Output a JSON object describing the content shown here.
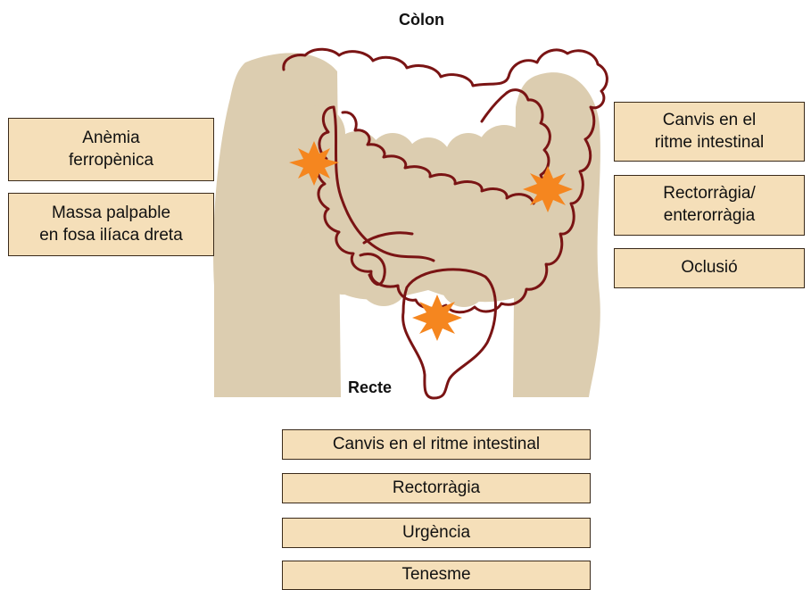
{
  "title": "Còlon",
  "rectum_label": "Recte",
  "left_boxes": [
    {
      "line1": "Anèmia",
      "line2": "ferropènica"
    },
    {
      "line1": "Massa palpable",
      "line2": "en fosa ilíaca dreta"
    }
  ],
  "right_boxes": [
    {
      "line1": "Canvis en el",
      "line2": "ritme intestinal"
    },
    {
      "line1": "Rectorràgia/",
      "line2": "enterorràgia"
    },
    {
      "line1": "Oclusió",
      "line2": ""
    }
  ],
  "bottom_boxes": [
    "Canvis en el ritme intestinal",
    "Rectorràgia",
    "Urgència",
    "Tenesme"
  ],
  "colors": {
    "body_silhouette": "#dccdb0",
    "colon_outline": "#7a1414",
    "box_fill": "#f5dfb9",
    "tumor_star": "#f5861f"
  },
  "icons": [
    "tumor-star-icon"
  ]
}
